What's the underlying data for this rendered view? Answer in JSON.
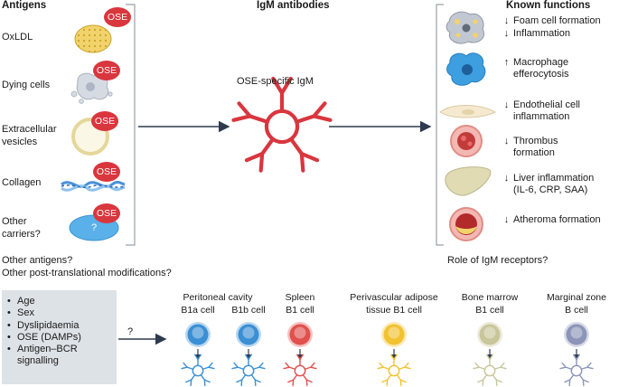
{
  "headers": {
    "antigens": "Antigens",
    "igm_antibodies": "IgM antibodies",
    "known_functions": "Known functions"
  },
  "ose_label": "OSE",
  "carrier_unknown_mark": "?",
  "antigens": [
    {
      "lines": [
        "OxLDL"
      ]
    },
    {
      "lines": [
        "Dying cells"
      ]
    },
    {
      "lines": [
        "Extracellular",
        "vesicles"
      ]
    },
    {
      "lines": [
        "Collagen"
      ]
    },
    {
      "lines": [
        "Other",
        "carriers?"
      ]
    }
  ],
  "center_label": "OSE-specific IgM",
  "known_functions": [
    {
      "arrow": "↓",
      "lines": [
        "Foam cell formation"
      ],
      "arrow2": "↓",
      "lines2": [
        "Inflammation"
      ]
    },
    {
      "arrow": "↑",
      "lines": [
        "Macrophage",
        "efferocytosis"
      ]
    },
    {
      "arrow": "↓",
      "lines": [
        "Endothelial cell",
        "inflammation"
      ]
    },
    {
      "arrow": "↓",
      "lines": [
        "Thrombus",
        "formation"
      ]
    },
    {
      "arrow": "↓",
      "lines": [
        "Liver inflammation",
        "(IL-6, CRP, SAA)"
      ]
    },
    {
      "arrow": "↓",
      "lines": [
        "Atheroma formation"
      ]
    }
  ],
  "questions": {
    "other_antigens": "Other antigens?",
    "other_ptm": "Other post-translational modifications?",
    "igm_receptors": "Role of IgM receptors?"
  },
  "factors": [
    "Age",
    "Sex",
    "Dyslipidaemia",
    "OSE (DAMPs)",
    "Antigen–BCR",
    "signalling"
  ],
  "factor_bullet": "•",
  "factor_arrow_label": "?",
  "b_cells": [
    {
      "lines": [
        "Peritoneal cavity"
      ],
      "sub": [
        "B1a cell",
        "B1b cell"
      ],
      "color": "#3b8fd4"
    },
    {
      "lines": [
        "Spleen",
        "B1 cell"
      ],
      "color": "#e0504d"
    },
    {
      "lines": [
        "Perivascular adipose",
        "tissue B1 cell"
      ],
      "color": "#f2c230"
    },
    {
      "lines": [
        "Bone marrow",
        "B1 cell"
      ],
      "color": "#c8c69a"
    },
    {
      "lines": [
        "Marginal zone",
        "B cell"
      ],
      "color": "#8c95b8"
    }
  ],
  "colors": {
    "ose_red": "#d9363e",
    "igm_red": "#d9363e",
    "bracket": "#9aa0a6",
    "arrow": "#2e3b4e",
    "panel": "#dde2e6"
  }
}
